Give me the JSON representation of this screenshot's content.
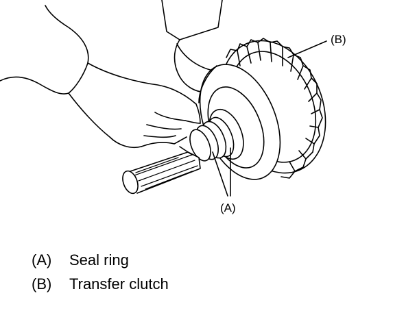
{
  "callouts": {
    "transfer_clutch": "(B)",
    "seal_rings": "(A)"
  },
  "legend": [
    {
      "key": "(A)",
      "label": "Seal ring"
    },
    {
      "key": "(B)",
      "label": "Transfer clutch"
    }
  ]
}
